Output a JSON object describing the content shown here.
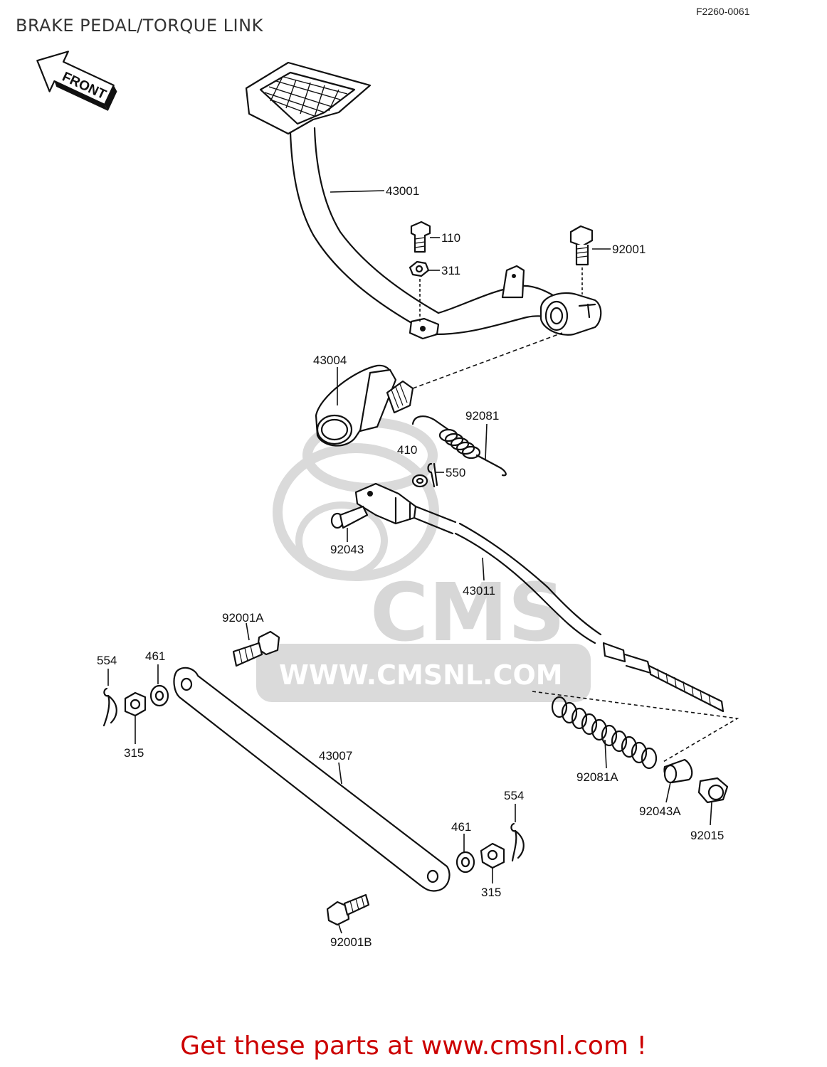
{
  "header": {
    "title": "BRAKE PEDAL/TORQUE LINK",
    "diagram_code": "F2260-0061"
  },
  "front_arrow": {
    "label": "FRONT"
  },
  "watermark": {
    "brand": "CMS",
    "url": "WWW.CMSNL.COM",
    "color": "#d9d9d9"
  },
  "parts": {
    "p43001": "43001",
    "p110": "110",
    "p311": "311",
    "p92001": "92001",
    "p43004": "43004",
    "p92081": "92081",
    "p410": "410",
    "p550": "550",
    "p92043": "92043",
    "p43011": "43011",
    "p92001A": "92001A",
    "p554_left": "554",
    "p461_left": "461",
    "p315_left": "315",
    "p43007": "43007",
    "p92081A": "92081A",
    "p92043A": "92043A",
    "p92015": "92015",
    "p554_right": "554",
    "p461_right": "461",
    "p315_right": "315",
    "p92001B": "92001B"
  },
  "footer": {
    "text": "Get these parts at www.cmsnl.com !",
    "color": "#cc0000"
  }
}
